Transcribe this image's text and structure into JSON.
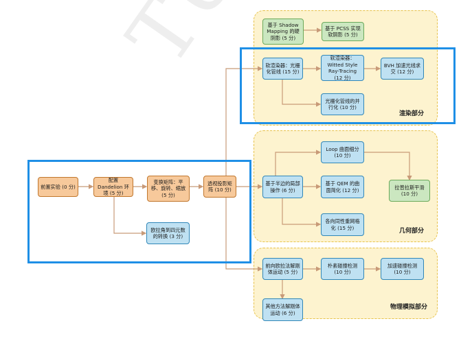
{
  "groups": {
    "render": "渲染部分",
    "geometry": "几何部分",
    "physics": "物理模拟部分"
  },
  "nodes": {
    "prelim": "前置实验 (0 分)",
    "dandelion": "配置 Dandelion 环境 (5 分)",
    "transform": "变换矩阵：平移、旋转、缩放 (5 分)",
    "perspective": "透视投影矩阵 (10 分)",
    "euler": "欧拉角到四元数的转换 (3 分)",
    "shadow": "基于 Shadow Mapping 的硬阴影 (5 分)",
    "pcss": "基于 PCSS 实现软阴影 (5 分)",
    "raster": "软渲染器：光栅化管线 (15 分)",
    "raytrace": "软渲染器：Witted Style Ray-Tracing (12 分)",
    "bvh": "BVH 加速光线求交 (12 分)",
    "parallel": "光栅化管线的并行化 (10 分)",
    "halfedge": "基于半边的局部操作 (6 分)",
    "loop": "Loop 曲面细分 (10 分)",
    "qem": "基于 QEM 的曲面简化 (12 分)",
    "isotropic": "各向同性重网格化 (15 分)",
    "laplace": "拉普拉斯平滑 (10 分)",
    "euler_forward": "前向欧拉法解刚体运动 (5 分)",
    "naive_collision": "朴素碰撞检测 (10 分)",
    "fast_collision": "加速碰撞检测 (10 分)",
    "other_rigid": "其他方法解刚体运动 (6 分)"
  },
  "watermark": "TU Graphics"
}
